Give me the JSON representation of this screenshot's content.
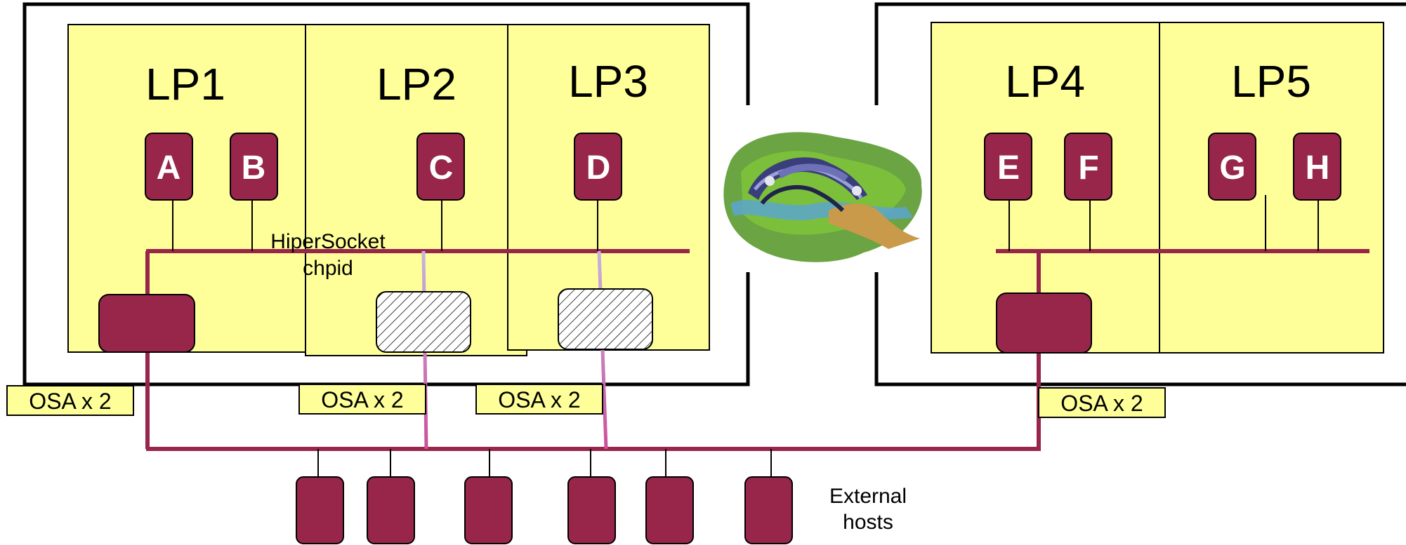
{
  "partitions": {
    "lp1": "LP1",
    "lp2": "LP2",
    "lp3": "LP3",
    "lp4": "LP4",
    "lp5": "LP5"
  },
  "nodes": {
    "a": "A",
    "b": "B",
    "c": "C",
    "d": "D",
    "e": "E",
    "f": "F",
    "g": "G",
    "h": "H"
  },
  "hipersocket": {
    "line1": "HiperSocket",
    "line2": "chpid"
  },
  "osa": {
    "left_1": "OSA x 2",
    "left_2": "OSA x 2",
    "left_3": "OSA x 2",
    "right_1": "OSA x 2"
  },
  "external_hosts": {
    "line1": "External",
    "line2": "hosts"
  },
  "colors": {
    "partition_fill": "#ffff99",
    "node_fill": "#98264b",
    "bus_line": "#98264b",
    "bridge_line": "#c9a9d6"
  }
}
